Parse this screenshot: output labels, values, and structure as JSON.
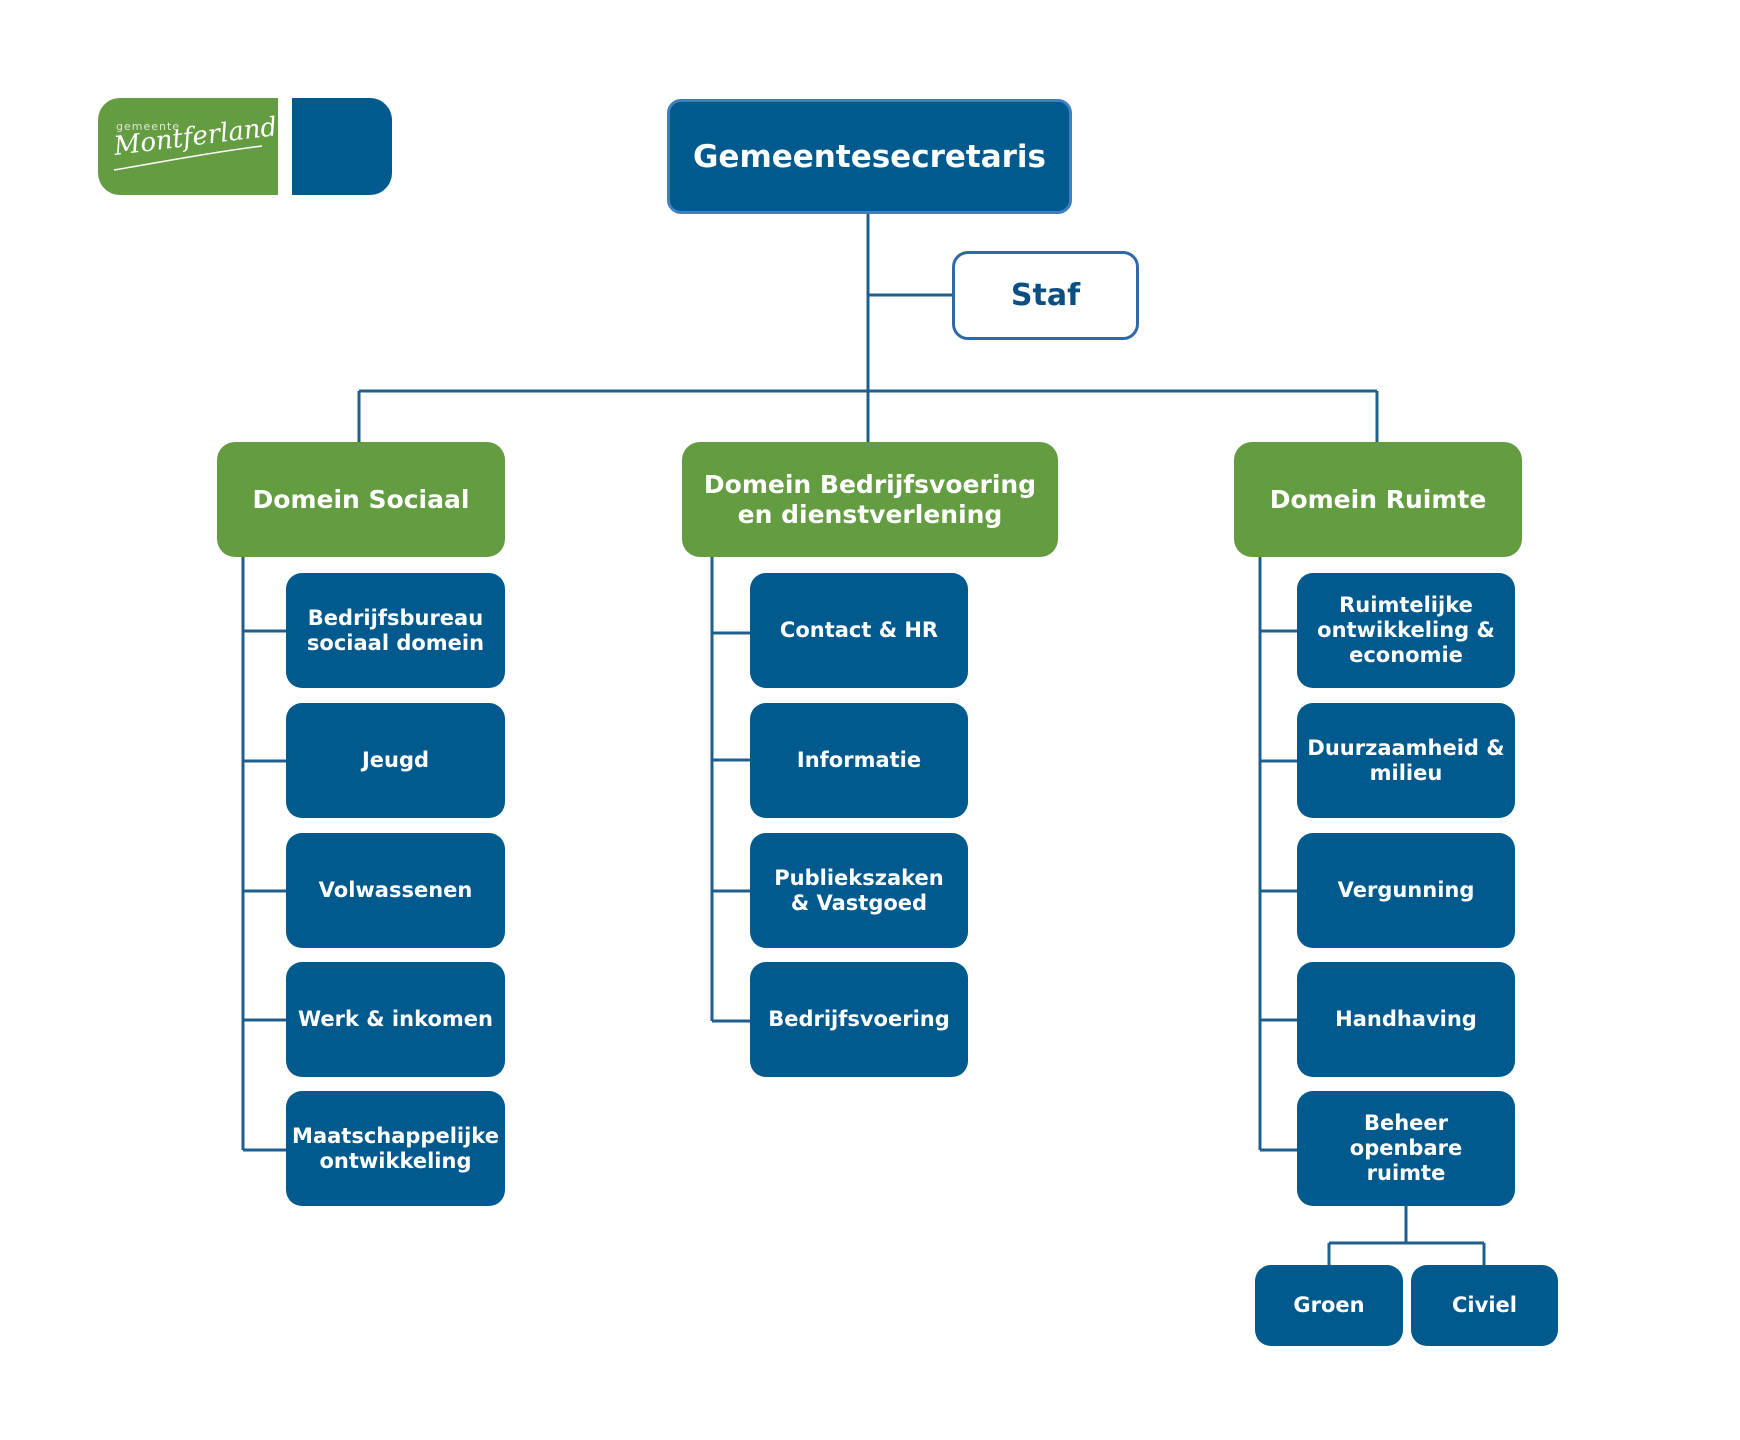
{
  "logo": {
    "small_text": "gemeente",
    "name": "Montferland",
    "colors": {
      "green": "#649c41",
      "blue": "#005a8e"
    }
  },
  "top": {
    "label": "Gemeentesecretaris"
  },
  "staff": {
    "label": "Staf"
  },
  "domains": [
    {
      "label": "Domein Sociaal",
      "units": [
        "Bedrijfsbureau\nsociaal domein",
        "Jeugd",
        "Volwassenen",
        "Werk & inkomen",
        "Maatschappelijke\nontwikkeling"
      ]
    },
    {
      "label": "Domein Bedrijfsvoering\nen dienstverlening",
      "units": [
        "Contact & HR",
        "Informatie",
        "Publiekszaken\n& Vastgoed",
        "Bedrijfsvoering"
      ]
    },
    {
      "label": "Domein Ruimte",
      "units": [
        "Ruimtelijke\nontwikkeling &\neconomie",
        "Duurzaamheid &\nmilieu",
        "Vergunning",
        "Handhaving",
        "Beheer openbare\nruimte"
      ]
    }
  ],
  "sub_units": [
    "Groen",
    "Civiel"
  ],
  "colors": {
    "dark_blue": "#005a8e",
    "green": "#649c41",
    "line": "#1f5f8f"
  }
}
